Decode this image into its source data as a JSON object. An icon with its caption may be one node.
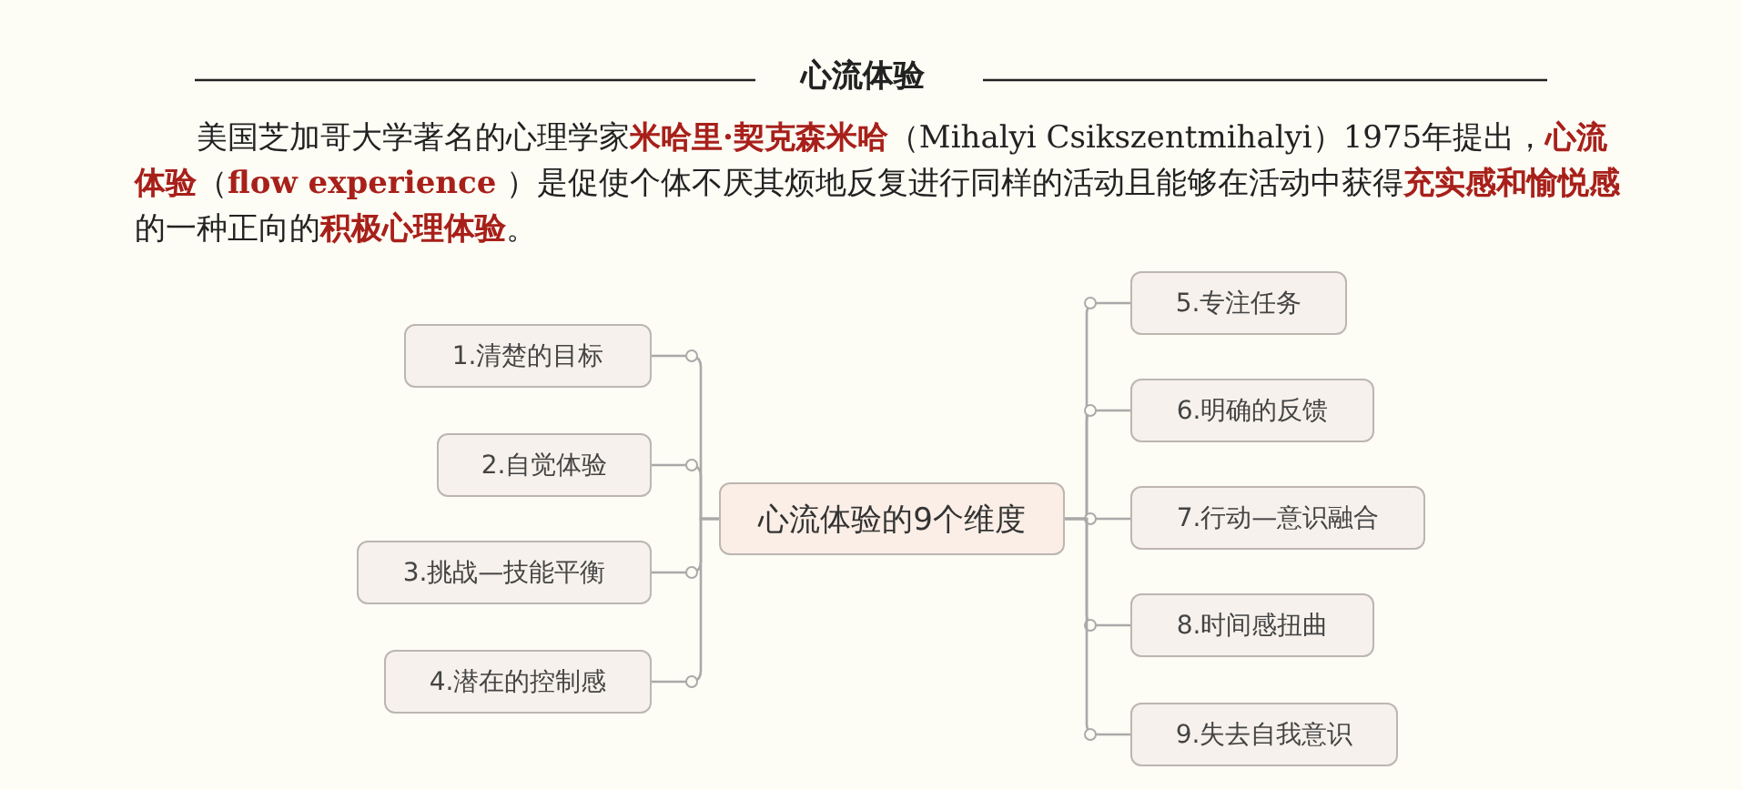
{
  "diagram": {
    "title": "心流体验",
    "nodes": [
      {
        "text": [
          "1.清楚的目标"
        ]
      },
      {
        "text": [
          "2.自觉体验"
        ]
      },
      {
        "text": [
          "3.挑战—技能平衡"
        ]
      },
      {
        "text": [
          "4.潜在的控制感"
        ]
      },
      {
        "text": [
          "心流体验的9个维度"
        ]
      },
      {
        "text": [
          "5.专注任务"
        ]
      },
      {
        "text": [
          "6.明确的反馈"
        ]
      },
      {
        "text": [
          "7.行动—意识融合"
        ]
      },
      {
        "text": [
          "8.时间感扭曲"
        ]
      },
      {
        "text": [
          "9.失去自我意识"
        ]
      }
    ],
    "edges": [
      {
        "from": 4,
        "to": 0,
        "arrow": "other"
      },
      {
        "from": 4,
        "to": 1,
        "arrow": "other"
      },
      {
        "from": 4,
        "to": 2,
        "arrow": "other"
      },
      {
        "from": 4,
        "to": 3,
        "arrow": "other"
      },
      {
        "from": 4,
        "to": 5,
        "arrow": "other"
      },
      {
        "from": 4,
        "to": 6,
        "arrow": "other"
      },
      {
        "from": 4,
        "to": 7,
        "arrow": "other"
      },
      {
        "from": 4,
        "to": 8,
        "arrow": "other"
      },
      {
        "from": 4,
        "to": 9,
        "arrow": "other"
      }
    ],
    "labels": [
      "美国芝加哥大学著名的心理学家**米哈里·契克森米哈**（Mihalyi Csikszentmihalyi）1975年提出，**心流体验**（**flow experience** ）是促使个体不厌其烦地反复进行同样的活动且能够在活动中获得**充实感和愉悦感**的一种正向的**积极心理体验**。"
    ]
  }
}
